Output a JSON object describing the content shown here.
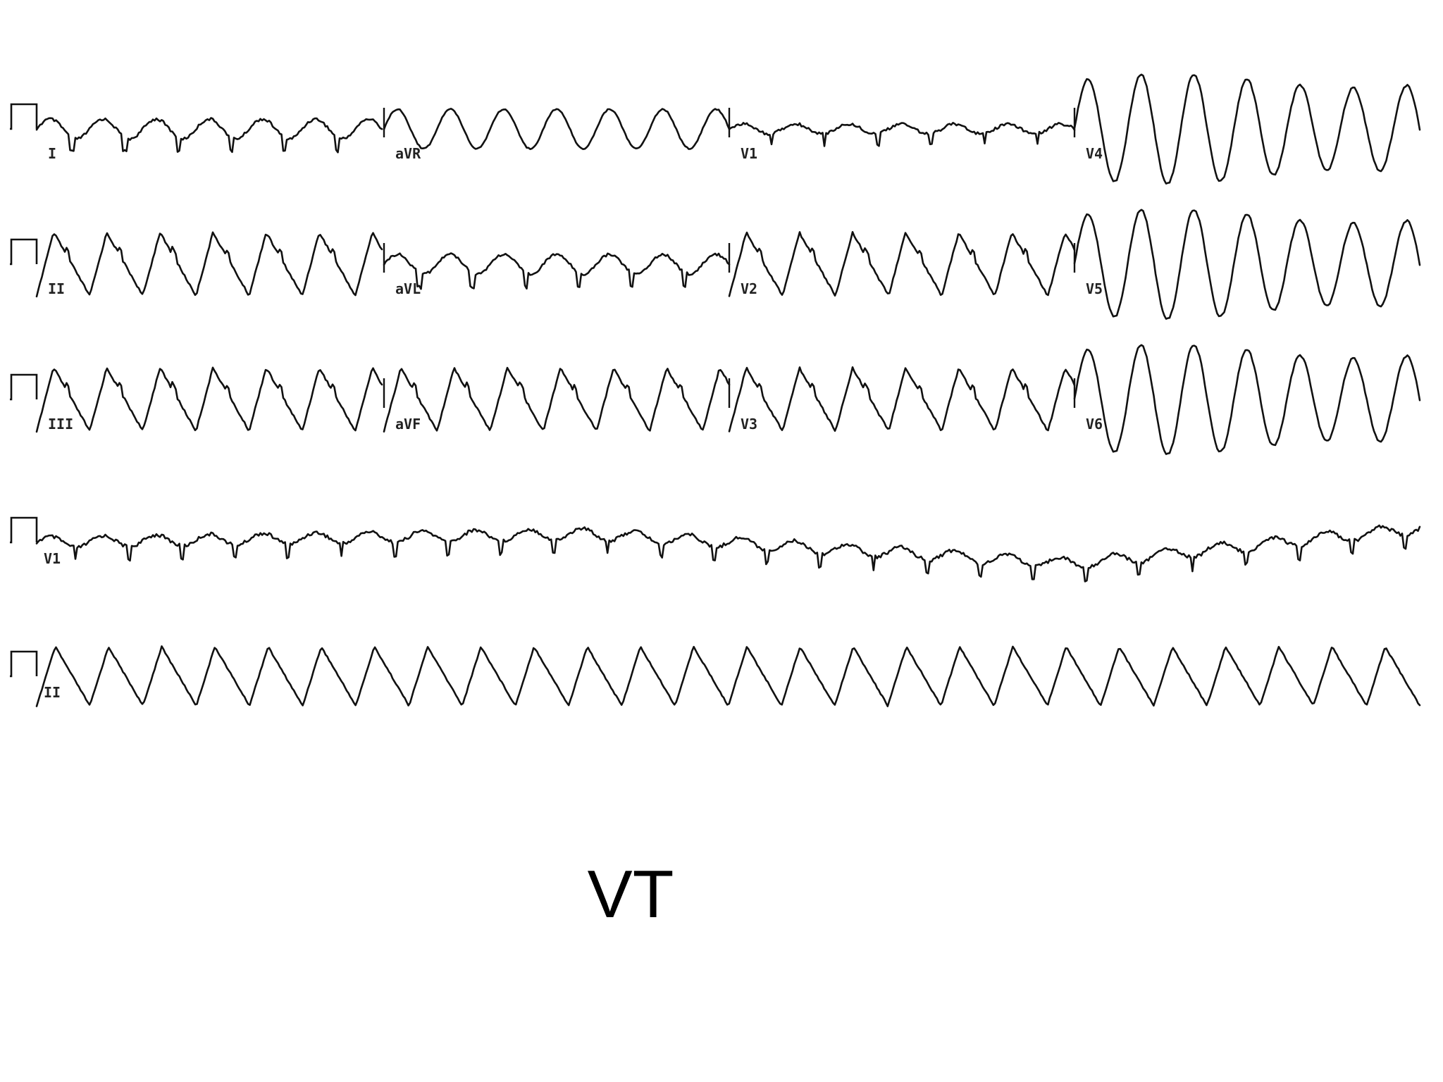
{
  "caption": "VT",
  "rows": [
    {
      "cells": [
        {
          "label": "I",
          "pattern": "small"
        },
        {
          "label": "aVR",
          "pattern": "sine-med"
        },
        {
          "label": "V1",
          "pattern": "flat"
        },
        {
          "label": "V4",
          "pattern": "sine-big"
        }
      ]
    },
    {
      "cells": [
        {
          "label": "II",
          "pattern": "saw-up"
        },
        {
          "label": "aVL",
          "pattern": "small"
        },
        {
          "label": "V2",
          "pattern": "saw-up"
        },
        {
          "label": "V5",
          "pattern": "sine-big"
        }
      ]
    },
    {
      "cells": [
        {
          "label": "III",
          "pattern": "saw-up"
        },
        {
          "label": "aVF",
          "pattern": "saw-up"
        },
        {
          "label": "V3",
          "pattern": "saw-up"
        },
        {
          "label": "V6",
          "pattern": "sine-big"
        }
      ]
    },
    {
      "rhythm": true,
      "label": "V1",
      "pattern": "rhythm-flat"
    },
    {
      "rhythm": true,
      "label": "II",
      "pattern": "rhythm-saw"
    }
  ]
}
